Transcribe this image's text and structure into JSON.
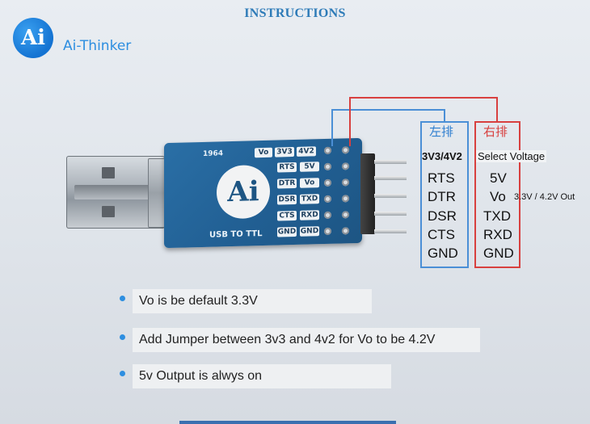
{
  "header": {
    "title": "INSTRUCTIONS",
    "logo_text": "Ai",
    "brand": "Ai-Thinker"
  },
  "board": {
    "model": "1964",
    "vo_label": "Vo",
    "jumper_3v3": "3V3",
    "jumper_4v2": "4V2",
    "chip_logo": "Ai",
    "bottom_text": "USB TO TTL",
    "left_pins": [
      "RTS",
      "DTR",
      "DSR",
      "CTS",
      "GND"
    ],
    "right_pins": [
      "5V",
      "Vo",
      "TXD",
      "RXD",
      "GND"
    ]
  },
  "columns": {
    "left_head": "左排",
    "right_head": "右排",
    "left_header": "3V3/4V2",
    "right_header": "Select Voltage",
    "left_pins": [
      "RTS",
      "DTR",
      "DSR",
      "CTS",
      "GND"
    ],
    "right_pins": [
      "5V",
      "Vo",
      "TXD",
      "RXD",
      "GND"
    ],
    "vo_note": "3.3V / 4.2V  Out",
    "left_color": "#4b8fd6",
    "right_color": "#d8403f"
  },
  "notes": [
    "Vo is be default 3.3V",
    "Add Jumper between 3v3 and 4v2 for Vo to be 4.2V",
    "5v Output is alwys on"
  ]
}
